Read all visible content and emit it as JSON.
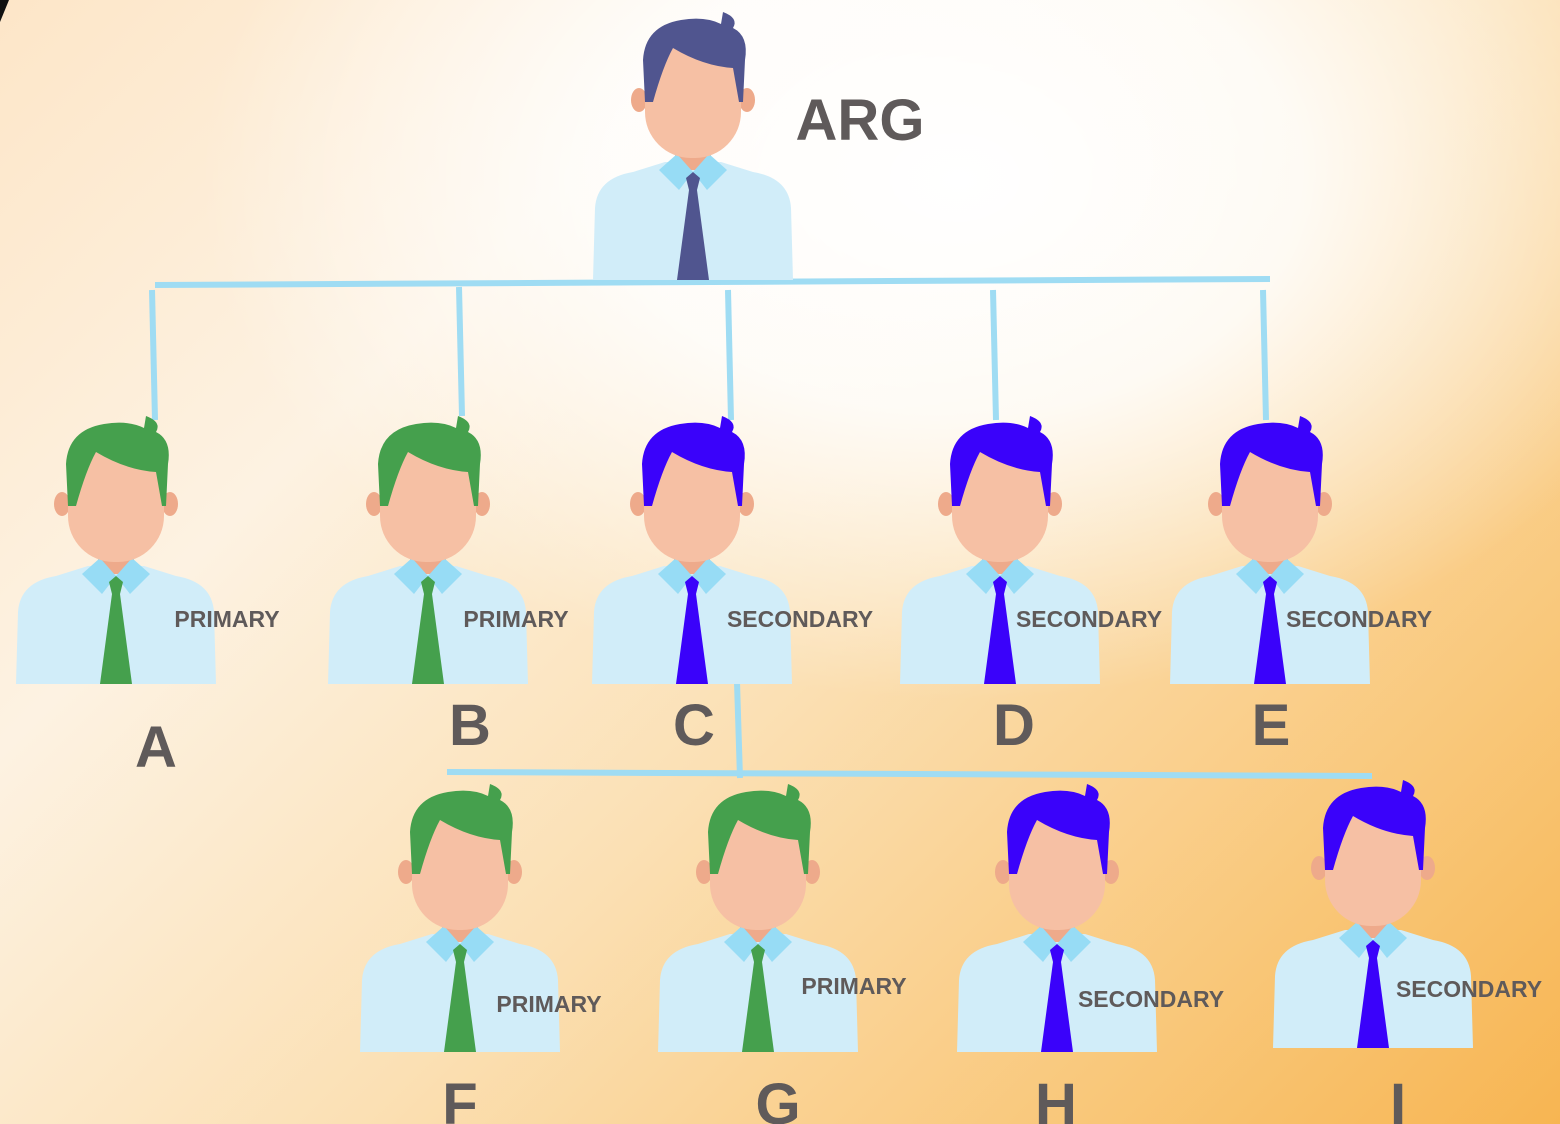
{
  "root": {
    "name": "ARG"
  },
  "colors": {
    "primary": "#45a04d",
    "secondary": "#3a02fa",
    "root": "#50558f",
    "skin": "#f6c0a4",
    "shirt": "#d1edf9",
    "collar": "#97dcf5",
    "connector": "#9fdcf3",
    "text": "#5f5a5a"
  },
  "nodes": [
    {
      "name": "A",
      "role": "PRIMARY",
      "kind": "primary"
    },
    {
      "name": "B",
      "role": "PRIMARY",
      "kind": "primary"
    },
    {
      "name": "C",
      "role": "SECONDARY",
      "kind": "secondary"
    },
    {
      "name": "D",
      "role": "SECONDARY",
      "kind": "secondary"
    },
    {
      "name": "E",
      "role": "SECONDARY",
      "kind": "secondary"
    },
    {
      "name": "F",
      "role": "PRIMARY",
      "kind": "primary"
    },
    {
      "name": "G",
      "role": "PRIMARY",
      "kind": "primary"
    },
    {
      "name": "H",
      "role": "SECONDARY",
      "kind": "secondary"
    },
    {
      "name": "I",
      "role": "SECONDARY",
      "kind": "secondary"
    }
  ],
  "edges": [
    {
      "from": "ARG",
      "to": "A"
    },
    {
      "from": "ARG",
      "to": "B"
    },
    {
      "from": "ARG",
      "to": "C"
    },
    {
      "from": "ARG",
      "to": "D"
    },
    {
      "from": "ARG",
      "to": "E"
    },
    {
      "from": "C",
      "to": "F"
    },
    {
      "from": "C",
      "to": "G"
    },
    {
      "from": "C",
      "to": "H"
    },
    {
      "from": "C",
      "to": "I"
    }
  ]
}
